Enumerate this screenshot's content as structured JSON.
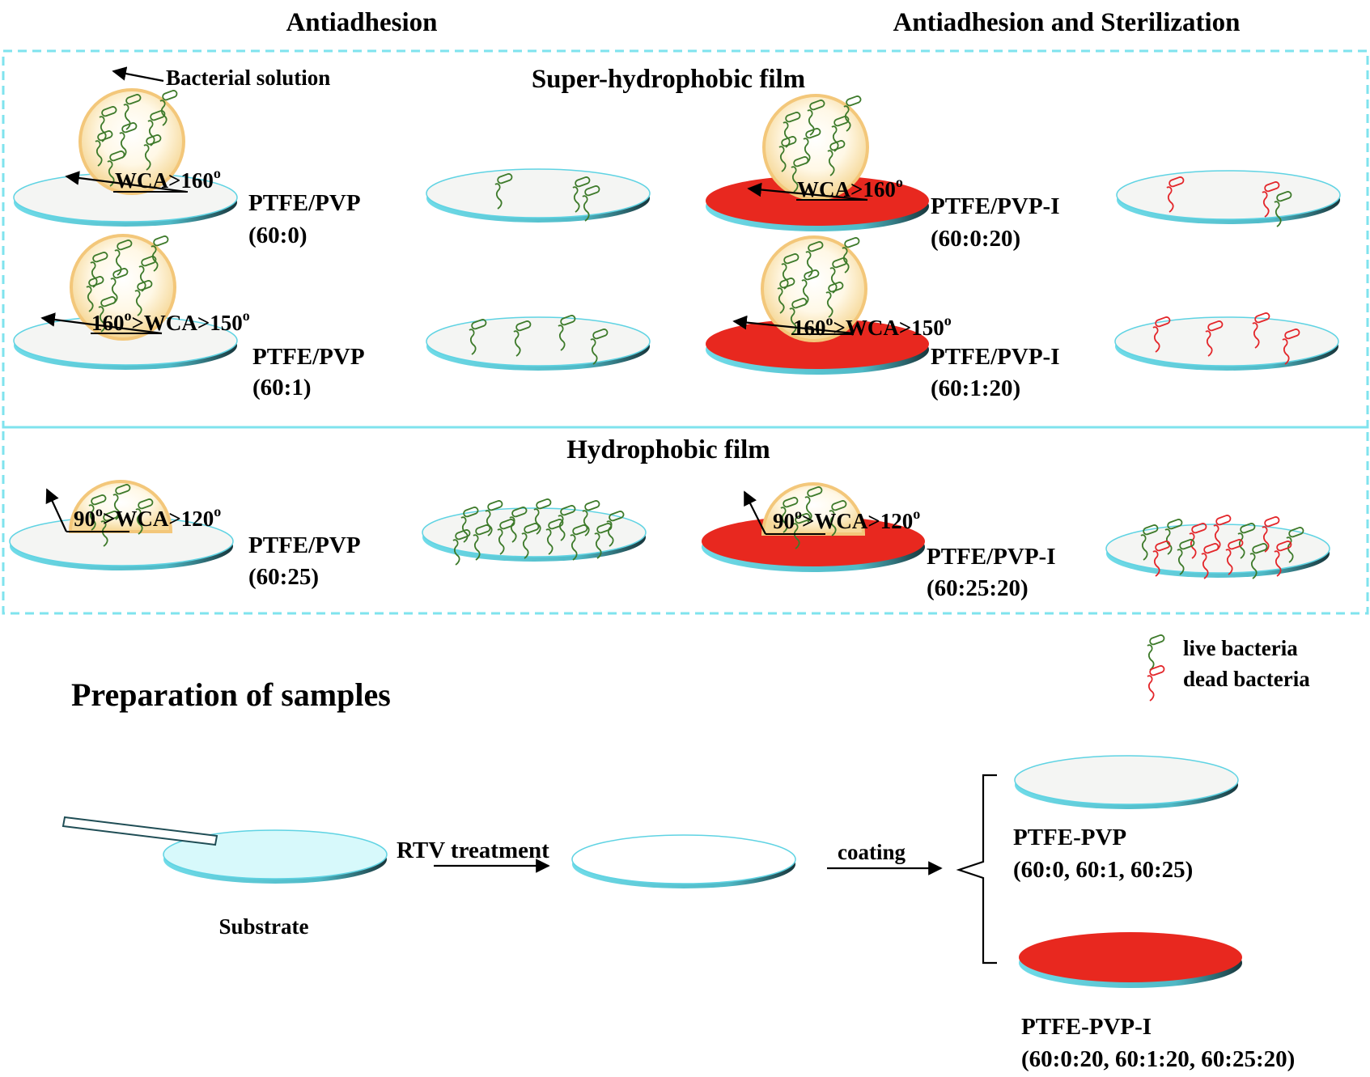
{
  "header": {
    "left_title": "Antiadhesion",
    "right_title": "Antiadhesion and Sterilization"
  },
  "super_section": {
    "title": "Super-hydrophobic film",
    "callout": "Bacterial solution",
    "rows": [
      {
        "pvp_sample": "PTFE/PVP",
        "pvp_ratio": "(60:0)",
        "pvpi_sample": "PTFE/PVP-I",
        "pvpi_ratio": "(60:0:20)",
        "wca_left": "WCA>160",
        "wca_left_sup": "o",
        "wca_right": "WCA>160",
        "wca_right_sup": "o"
      },
      {
        "pvp_sample": "PTFE/PVP",
        "pvp_ratio": "(60:1)",
        "pvpi_sample": "PTFE/PVP-I",
        "pvpi_ratio": "(60:1:20)",
        "wca_a": "160",
        "wca_a_sup": "o",
        "wca_b": ">WCA>150",
        "wca_b_sup": "o"
      }
    ]
  },
  "hydro_section": {
    "title": "Hydrophobic film",
    "pvp_sample": "PTFE/PVP",
    "pvp_ratio": "(60:25)",
    "pvpi_sample": "PTFE/PVP-I",
    "pvpi_ratio": "(60:25:20)",
    "wca_a": "90",
    "wca_a_sup": "o",
    "wca_b": ">WCA>120",
    "wca_b_sup": "o"
  },
  "legend": {
    "live": "live bacteria",
    "dead": "dead bacteria"
  },
  "preparation": {
    "title": "Preparation of samples",
    "substrate": "Substrate",
    "step1": "RTV treatment",
    "step2": "coating",
    "product_a_name": "PTFE-PVP",
    "product_a_ratios": "(60:0, 60:1, 60:25)",
    "product_b_name": "PTFE-PVP-I",
    "product_b_ratios": "(60:0:20, 60:1:20, 60:25:20)"
  },
  "colors": {
    "frame": "#7fe3ee",
    "dish_rim": "#5fd3e3",
    "dish_shadow": "#1f4d55",
    "dish_plain": "#f4f5f3",
    "dish_red": "#e8281f",
    "substrate": "#d7f9fb",
    "droplet_edge": "#f3c77a",
    "live_bacteria": "#3d7a2a",
    "dead_bacteria": "#e3262a"
  }
}
